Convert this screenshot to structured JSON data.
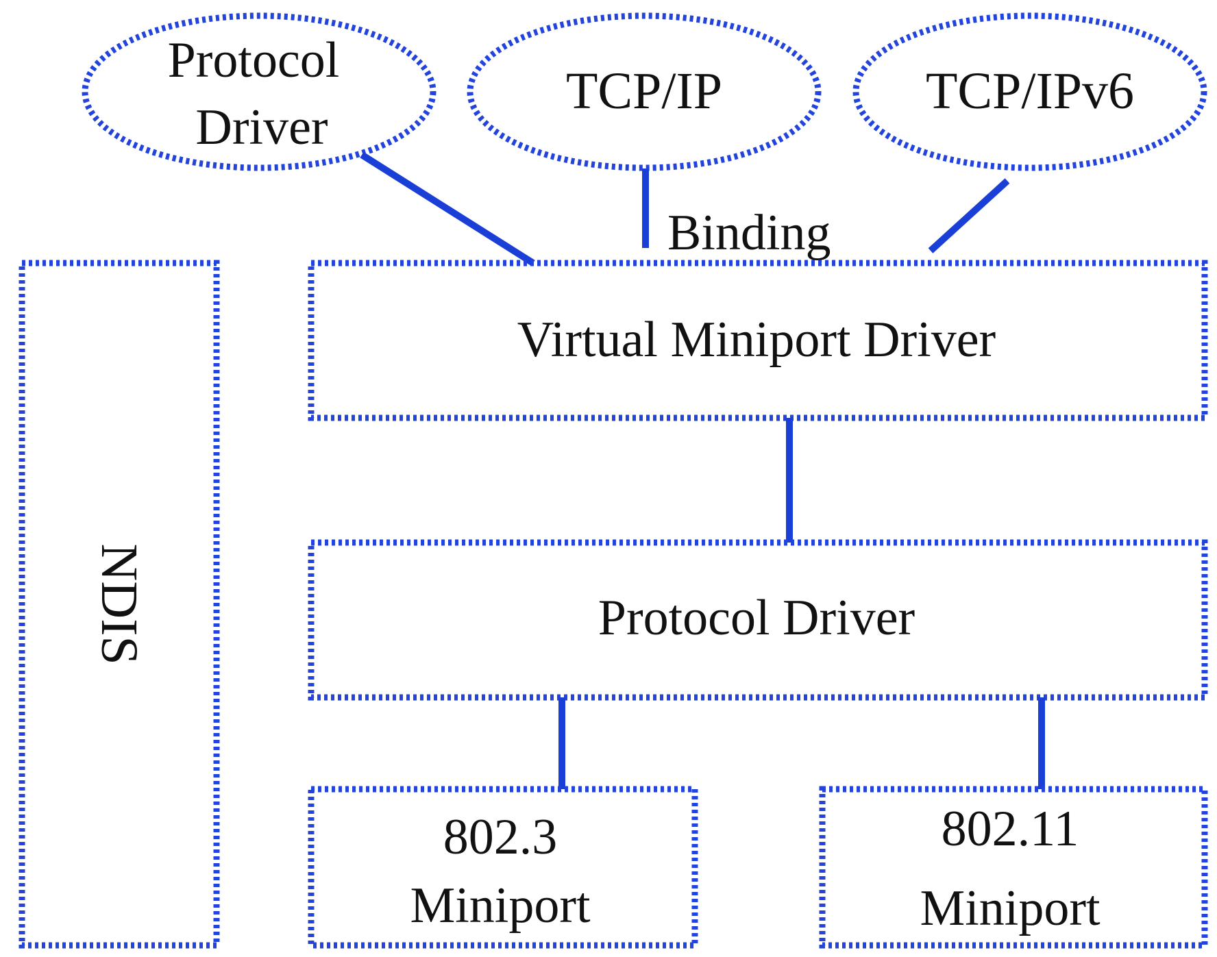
{
  "colors": {
    "border": "#2244dd",
    "connector": "#1a3fd6",
    "text": "#111111",
    "background": "#ffffff"
  },
  "ovals": {
    "protocol_driver": {
      "line1": "Protocol",
      "line2": "Driver"
    },
    "tcpip": {
      "label": "TCP/IP"
    },
    "tcpipv6": {
      "label": "TCP/IPv6"
    }
  },
  "binding_label": "Binding",
  "boxes": {
    "ndis": {
      "label": "NDIS"
    },
    "virtual_miniport": {
      "label": "Virtual Miniport Driver"
    },
    "protocol_driver": {
      "label": "Protocol Driver"
    },
    "miniport_8023": {
      "line1": "802.3",
      "line2": "Miniport"
    },
    "miniport_80211": {
      "line1": "802.11",
      "line2": "Miniport"
    }
  }
}
